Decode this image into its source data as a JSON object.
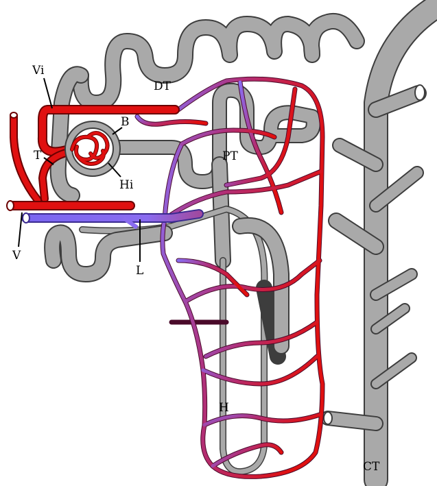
{
  "diagram": {
    "labels": {
      "vi": "Vi",
      "dt": "DT",
      "b": "B",
      "t": "T",
      "hi": "Hi",
      "pt": "PT",
      "v": "V",
      "l": "L",
      "h": "H",
      "ct": "CT"
    },
    "colors": {
      "tubule": "#a9a9a9",
      "tubule_outline": "#3d3d3d",
      "artery": "#e01010",
      "vein": "#8a6cf0",
      "background": "#ffffff"
    }
  }
}
